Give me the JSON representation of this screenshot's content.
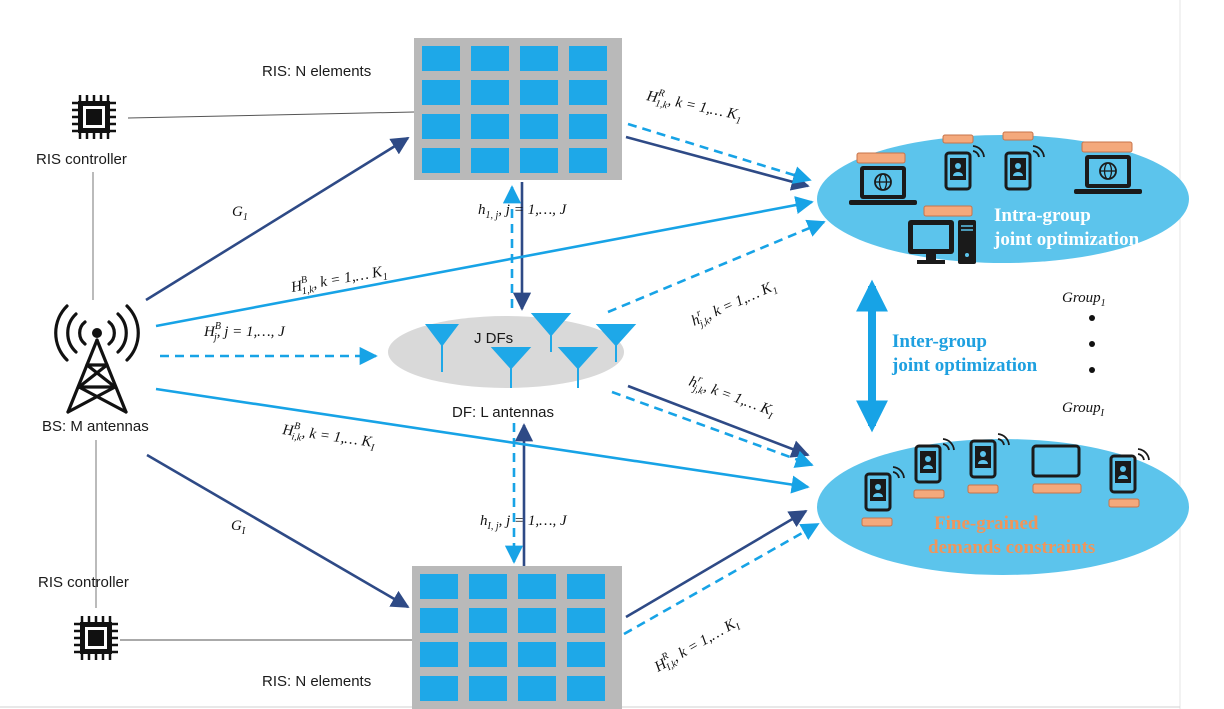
{
  "colors": {
    "dark_arrow": "#2e4a86",
    "light_arrow": "#17a3e6",
    "ris_panel": "#b9b9b9",
    "ris_tile": "#1ea8e8",
    "group_ellipse": "#5cc4ec",
    "df_ellipse": "#d9d9d9",
    "inter_group_text": "#1ea0e0",
    "fine_grained_text": "#f0955a",
    "badge": "#f4a97c"
  },
  "labels": {
    "ris_top": "RIS: N elements",
    "ris_bottom": "RIS: N elements",
    "ris_controller_top": "RIS controller",
    "ris_controller_bottom": "RIS controller",
    "bs": "BS: M antennas",
    "df": "DF: L antennas",
    "j_dfs": "J DFs",
    "intra_group_line1": "Intra-group",
    "intra_group_line2": "joint optimization",
    "inter_group_line1": "Inter-group",
    "inter_group_line2": "joint optimization",
    "fine_grained_line1": "Fine-grained",
    "fine_grained_line2": "demands constraints",
    "group_1": "Group",
    "group_1_sub": "1",
    "group_I": "Group",
    "group_I_sub": "I"
  },
  "channels": {
    "G1": "G",
    "G1_sub": "1",
    "GI": "G",
    "GI_sub": "I",
    "H1kB_main": "H",
    "H1kB_sub": "1,k",
    "H1kB_sup": "B",
    "H1kB_tail": ", k = 1,… K",
    "H1kB_tail_sub": "1",
    "HjB_main": "H",
    "HjB_sub": "j",
    "HjB_sup": "B",
    "HjB_tail": ", j = 1,…, J",
    "HikB_main": "H",
    "HikB_sub": "i,k",
    "HikB_sup": "B",
    "HikB_tail": ", k = 1,… K",
    "HikB_tail_sub": "I",
    "H1kR_main": "H",
    "H1kR_sub": "1,k",
    "H1kR_sup": "R",
    "H1kR_tail": ", k = 1,… K",
    "H1kR_tail_sub": "1",
    "HikR_main": "H",
    "HikR_sub": "I,k",
    "HikR_sup": "R",
    "HikR_tail": ", k = 1,… K",
    "HikR_tail_sub": "I",
    "h1j_main": "h",
    "h1j_sub": "1, j",
    "h1j_tail": ", j = 1,…, J",
    "hIj_main": "h",
    "hIj_sub": "I, j",
    "hIj_tail": ", j = 1,…, J",
    "hjk1_main": "h",
    "hjk1_sub": "j,k",
    "hjk1_sup": "r",
    "hjk1_tail": ", k = 1,… K",
    "hjk1_tail_sub": "1",
    "hjkI_main": "h",
    "hjkI_sub": "j,k",
    "hjkI_sup": "r",
    "hjkI_tail": ", k = 1,… K",
    "hjkI_tail_sub": "I"
  },
  "icons": [
    "chip-icon",
    "antenna-tower-icon",
    "laptop-icon",
    "phone-icon",
    "desktop-icon",
    "tablet-icon",
    "df-antenna-icon"
  ]
}
